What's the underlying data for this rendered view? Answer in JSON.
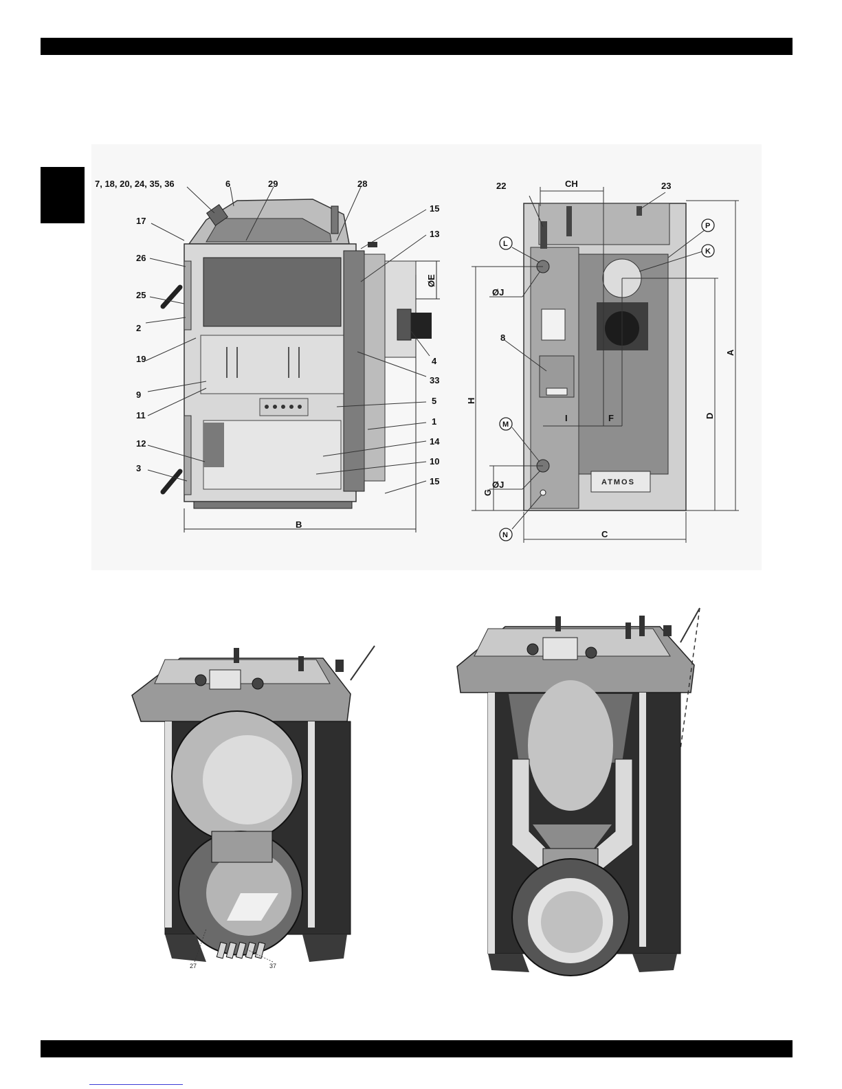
{
  "section_view_labels": {
    "top_group": "7, 18, 20, 24, 35, 36",
    "l6": "6",
    "l29": "29",
    "l28": "28",
    "l15a": "15",
    "l13": "13",
    "l17": "17",
    "l26": "26",
    "l25": "25",
    "l2": "2",
    "l19": "19",
    "l9": "9",
    "l11": "11",
    "l12": "12",
    "l3": "3",
    "l4": "4",
    "l33": "33",
    "l5": "5",
    "l1": "1",
    "l14": "14",
    "l10": "10",
    "l15b": "15",
    "dim_b": "B",
    "dim_e": "ØE"
  },
  "rear_view_labels": {
    "l22": "22",
    "dim_ch": "CH",
    "l23": "23",
    "c_l": "L",
    "c_p": "P",
    "c_k": "K",
    "c_m": "M",
    "c_n": "N",
    "dim_j1": "ØJ",
    "dim_j2": "ØJ",
    "l8": "8",
    "dim_h": "H",
    "dim_a": "A",
    "dim_d": "D",
    "dim_i": "I",
    "dim_f": "F",
    "dim_g": "G",
    "dim_c": "C",
    "brand_plate": "ATMOS"
  },
  "cutaway_labels": {
    "l27": "27",
    "l37": "37"
  },
  "colors": {
    "bars": "#000000",
    "panel": "#f7f7f7",
    "body_dark": "#5a5a5a",
    "body_mid": "#8c8c8c",
    "body_light": "#c8c8c8",
    "interior": "#e8e8e8"
  }
}
